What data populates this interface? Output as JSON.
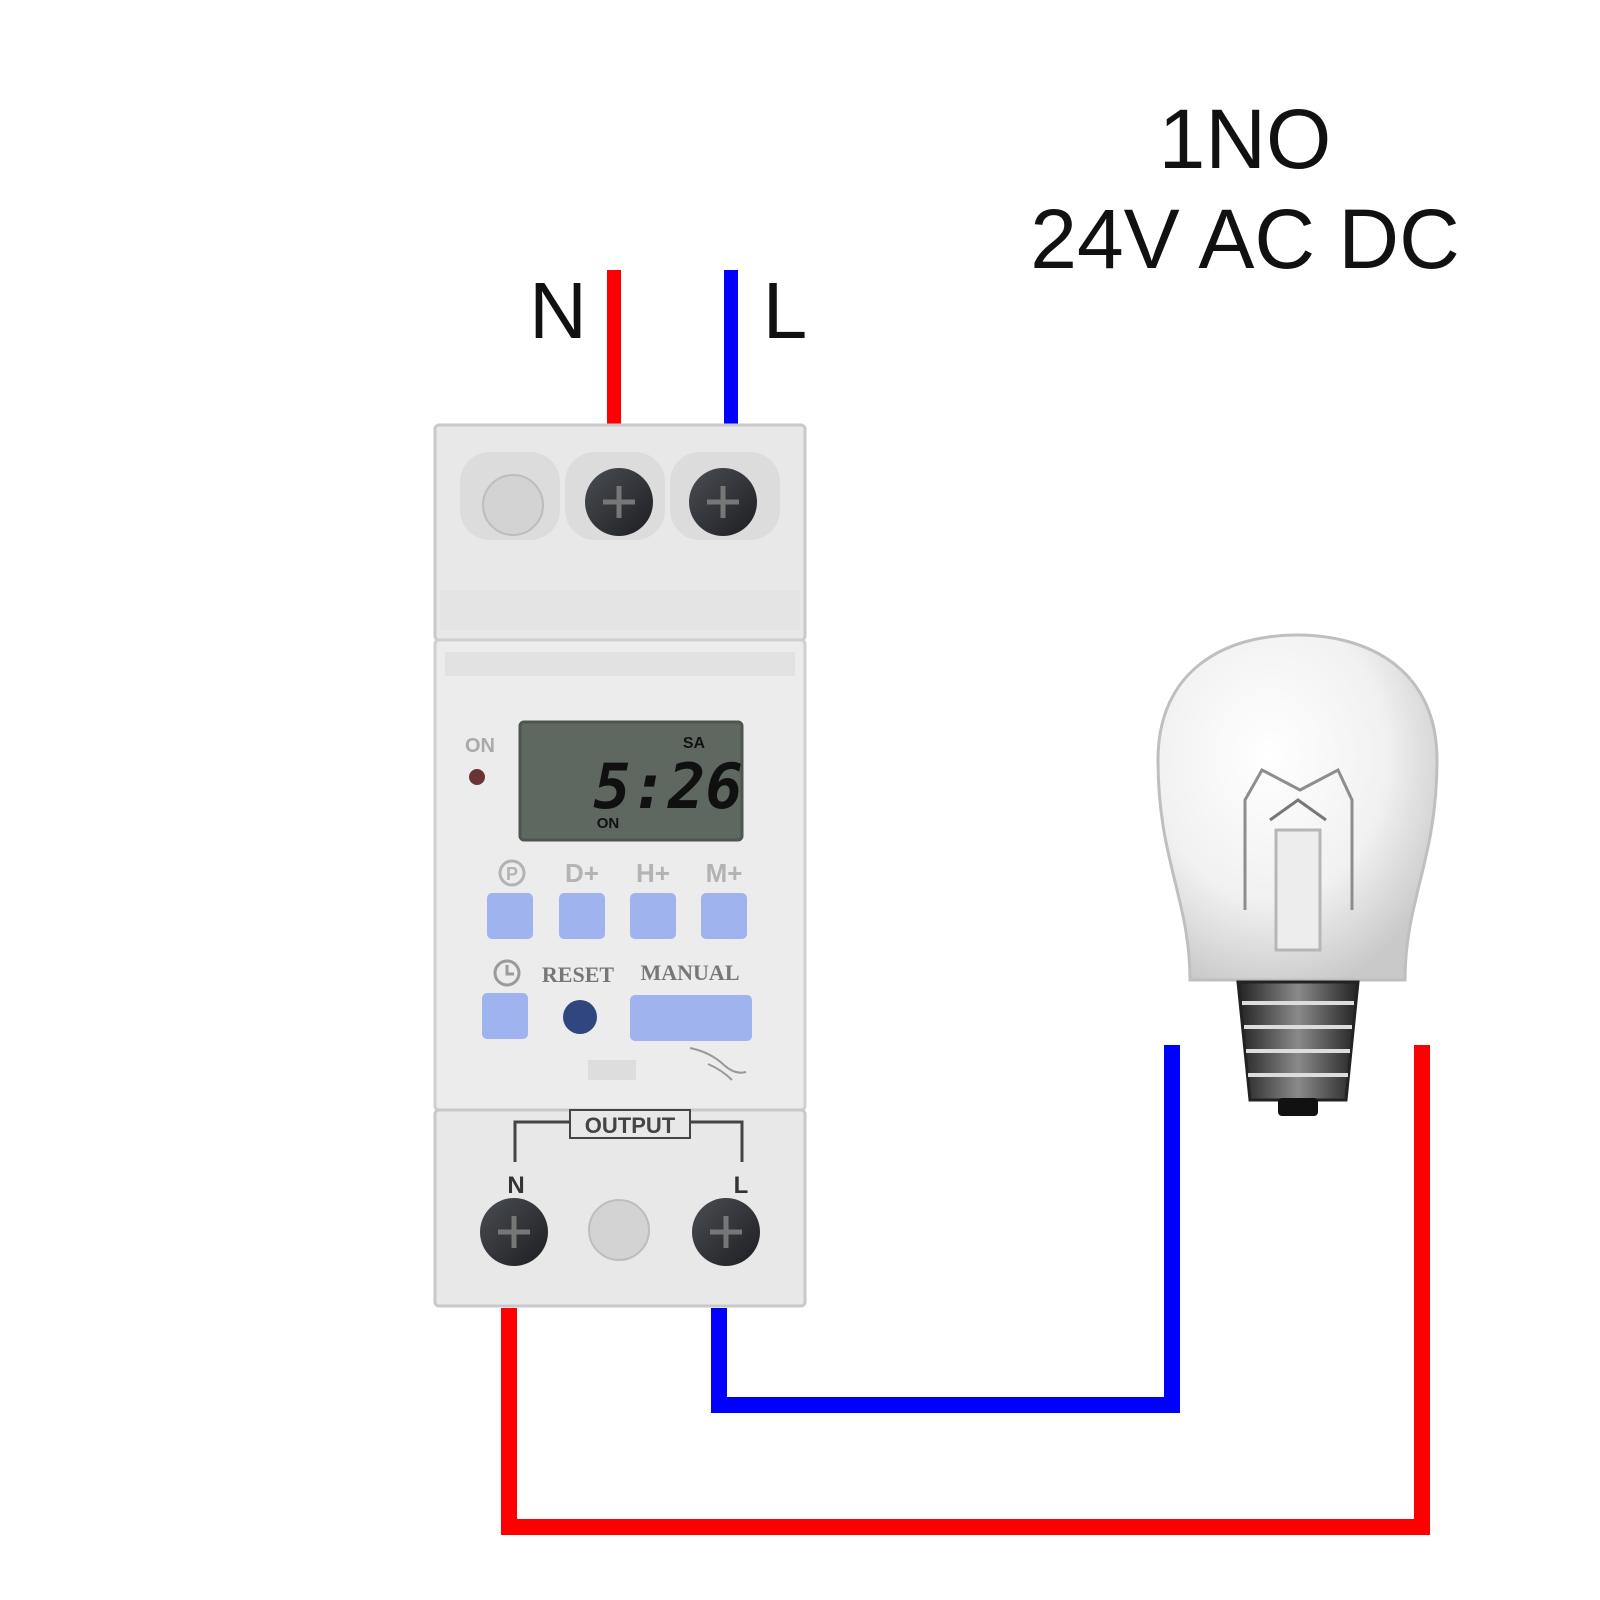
{
  "spec": {
    "contacts": "1NO",
    "voltage": "24V AC DC"
  },
  "input_terminals": {
    "n_label": "N",
    "l_label": "L"
  },
  "lcd": {
    "day": "SA",
    "time": "5:26",
    "status": "ON"
  },
  "indicator": {
    "label": "ON"
  },
  "buttons": {
    "program_symbol": "P",
    "day_plus": "D+",
    "hour_plus": "H+",
    "minute_plus": "M+",
    "reset": "RESET",
    "manual": "MANUAL"
  },
  "output": {
    "label": "OUTPUT",
    "n_label": "N",
    "l_label": "L"
  },
  "colors": {
    "live_wire": "#ff0000",
    "neutral_wire": "#0000ff",
    "housing": "#e9e9e9",
    "button": "#9fb4ee",
    "lcd": "#5f6860"
  }
}
